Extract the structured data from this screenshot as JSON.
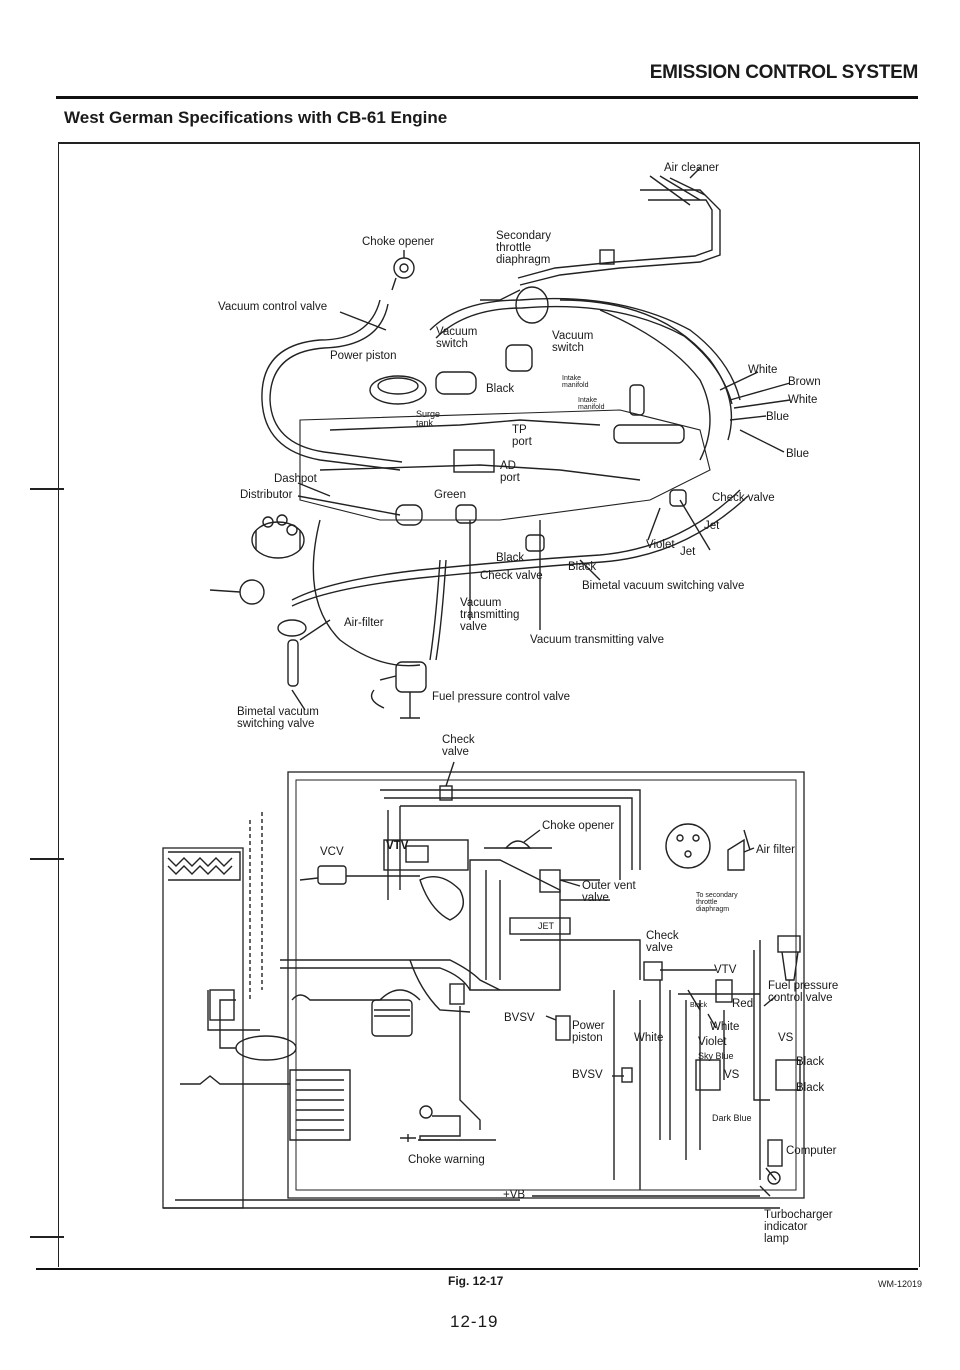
{
  "header": {
    "section_title": "EMISSION CONTROL SYSTEM",
    "subtitle": "West German Specifications with CB-61 Engine"
  },
  "upper_diagram": {
    "air_cleaner": "Air cleaner",
    "choke_opener": "Choke opener",
    "secondary_throttle_diaphragm": [
      "Secondary",
      "throttle",
      "diaphragm"
    ],
    "vacuum_control_valve": "Vacuum control valve",
    "vacuum_switch_1": [
      "Vacuum",
      "switch"
    ],
    "vacuum_switch_2": [
      "Vacuum",
      "switch"
    ],
    "power_piston": "Power piston",
    "black_1": "Black",
    "intake_manifold_1": [
      "Intake",
      "manifold"
    ],
    "intake_manifold_2": [
      "Intake",
      "manifold"
    ],
    "surge_tank": [
      "Surge",
      "tank"
    ],
    "tp_port": [
      "TP",
      "port"
    ],
    "ad_port": [
      "AD",
      "port"
    ],
    "white_1": "White",
    "brown": "Brown",
    "white_2": "White",
    "blue_1": "Blue",
    "blue_2": "Blue",
    "dashpot": "Dashpot",
    "distributor": "Distributor",
    "green": "Green",
    "check_valve_1": "Check valve",
    "jet_1": "Jet",
    "violet": "Violet",
    "jet_2": "Jet",
    "black_2": "Black",
    "black_3": "Black",
    "check_valve_2": "Check valve",
    "bimetal_vacuum_switching_valve_1": "Bimetal vacuum switching valve",
    "vacuum_transmitting_valve_1": [
      "Vacuum",
      "transmitting",
      "valve"
    ],
    "vacuum_transmitting_valve_2": "Vacuum transmitting valve",
    "air_filter": "Air-filter",
    "fuel_pressure_control_valve": "Fuel pressure control valve",
    "bimetal_vacuum_switching_valve_2": [
      "Bimetal vacuum",
      "switching valve"
    ]
  },
  "lower_diagram": {
    "check_valve_top": [
      "Check",
      "valve"
    ],
    "choke_opener": "Choke opener",
    "vcv": "VCV",
    "vtv_1": "VTV",
    "air_filter": "Air filter",
    "outer_vent_valve": [
      "Outer vent",
      "valve"
    ],
    "to_secondary_throttle_diaphragm": [
      "To secondary",
      "throttle",
      "diaphragm"
    ],
    "jet": "JET",
    "check_valve": [
      "Check",
      "valve"
    ],
    "vtv_2": "VTV",
    "fuel_pressure_control_valve": [
      "Fuel pressure",
      "control valve"
    ],
    "black_small": "Black",
    "red": "Red",
    "bvsv_1": "BVSV",
    "power_piston": [
      "Power",
      "piston"
    ],
    "white_1": "White",
    "white_2": "White",
    "violet": "Violet",
    "sky_blue": "Sky Blue",
    "vs_1": "VS",
    "vs_2": "VS",
    "black_1": "Black",
    "black_2": "Black",
    "bvsv_2": "BVSV",
    "dark_blue": "Dark Blue",
    "computer": "Computer",
    "choke_warning": "Choke warning",
    "vb": "+VB",
    "turbocharger_indicator_lamp": [
      "Turbocharger",
      "indicator",
      "lamp"
    ]
  },
  "footer": {
    "figure": "Fig. 12-17",
    "code": "WM-12019",
    "page_number": "12-19"
  }
}
